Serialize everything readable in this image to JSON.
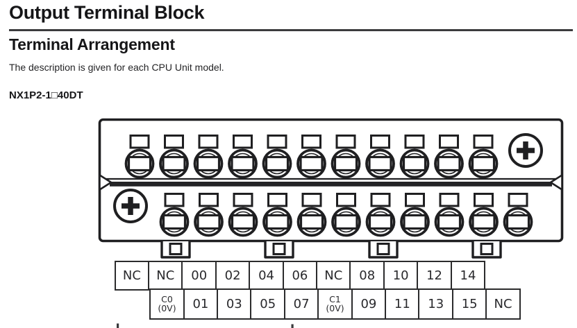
{
  "page": {
    "title": "Output Terminal Block",
    "section_title": "Terminal Arrangement",
    "description": "The description is given for each CPU Unit model.",
    "model": "NX1P2-1□40DT"
  },
  "diagram": {
    "type": "terminal-block-line-drawing",
    "top_terminal_count": 11,
    "bottom_terminal_count": 11,
    "phillips_screws": [
      "top-right",
      "bottom-left"
    ],
    "mounting_foot_count": 4,
    "line_color": "#1f1f21"
  },
  "terminal_table": {
    "row1": [
      "NC",
      "NC",
      "00",
      "02",
      "04",
      "06",
      "NC",
      "08",
      "10",
      "12",
      "14"
    ],
    "row2": [
      "C0\n(0V)",
      "01",
      "03",
      "05",
      "07",
      "C1\n(0V)",
      "09",
      "11",
      "13",
      "15",
      "NC"
    ],
    "row2_offset_cells": 1
  },
  "colors": {
    "background": "#ffffff",
    "text": "#1c1c1e",
    "rule": "#3b3b3d",
    "table_border": "#2b2b2c"
  }
}
